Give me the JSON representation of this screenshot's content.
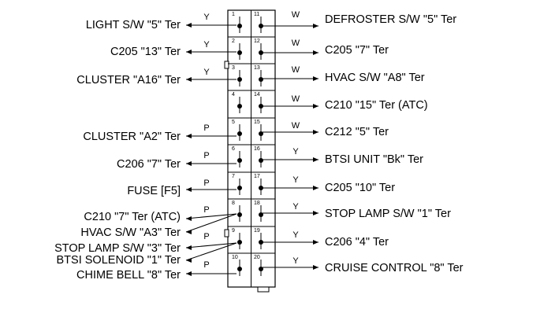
{
  "connector": {
    "pins_left": [
      "1",
      "2",
      "3",
      "4",
      "5",
      "6",
      "7",
      "8",
      "9",
      "10"
    ],
    "pins_right": [
      "11",
      "12",
      "13",
      "14",
      "15",
      "16",
      "17",
      "18",
      "19",
      "20"
    ]
  },
  "left_circuits": [
    {
      "label": "LIGHT S/W \"5\" Ter",
      "wire": "Y"
    },
    {
      "label": "C205 \"13\" Ter",
      "wire": "Y"
    },
    {
      "label": "CLUSTER \"A16\" Ter",
      "wire": "Y"
    },
    {
      "label": "CLUSTER \"A2\" Ter",
      "wire": "P"
    },
    {
      "label": "C206 \"7\" Ter",
      "wire": "P"
    },
    {
      "label": "FUSE [F5]",
      "wire": "P"
    },
    {
      "label": "C210 \"7\" Ter (ATC)",
      "wire": "P"
    },
    {
      "label": "HVAC S/W \"A3\" Ter",
      "wire": ""
    },
    {
      "label": "STOP LAMP S/W \"3\" Ter",
      "wire": "P"
    },
    {
      "label": "BTSI SOLENOID \"1\" Ter",
      "wire": ""
    },
    {
      "label": "CHIME BELL \"8\" Ter",
      "wire": "P"
    }
  ],
  "right_circuits": [
    {
      "label": "DEFROSTER S/W \"5\" Ter",
      "wire": "W"
    },
    {
      "label": "C205 \"7\" Ter",
      "wire": "W"
    },
    {
      "label": "HVAC S/W \"A8\" Ter",
      "wire": "W"
    },
    {
      "label": "C210 \"15\" Ter (ATC)",
      "wire": "W"
    },
    {
      "label": "C212 \"5\" Ter",
      "wire": "W"
    },
    {
      "label": "BTSI UNIT \"Bk\" Ter",
      "wire": "Y"
    },
    {
      "label": "C205 \"10\" Ter",
      "wire": "Y"
    },
    {
      "label": "STOP LAMP S/W \"1\" Ter",
      "wire": "Y"
    },
    {
      "label": "C206 \"4\" Ter",
      "wire": "Y"
    },
    {
      "label": "CRUISE CONTROL \"8\" Ter",
      "wire": "Y"
    }
  ]
}
